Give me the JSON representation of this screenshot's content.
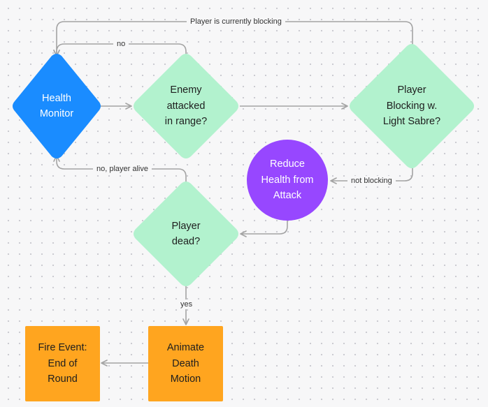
{
  "colors": {
    "blue": "#1a8cff",
    "green": "#b2f2ce",
    "purple": "#9747ff",
    "orange": "#ffa51f",
    "connector": "#a3a3a3"
  },
  "nodes": {
    "health_monitor": {
      "label": "Health\nMonitor",
      "shape": "diamond"
    },
    "enemy_attacked": {
      "label": "Enemy\nattacked\nin range?",
      "shape": "diamond"
    },
    "player_blocking": {
      "label": "Player\nBlocking w.\nLight Sabre?",
      "shape": "diamond"
    },
    "reduce_health": {
      "label": "Reduce\nHealth from\nAttack",
      "shape": "circle"
    },
    "player_dead": {
      "label": "Player\ndead?",
      "shape": "diamond"
    },
    "animate_death": {
      "label": "Animate\nDeath\nMotion",
      "shape": "rectangle"
    },
    "fire_event": {
      "label": "Fire Event:\nEnd of\nRound",
      "shape": "rectangle"
    }
  },
  "edge_labels": {
    "currently_blocking": "Player is currently blocking",
    "no": "no",
    "not_blocking": "not blocking",
    "no_player_alive": "no, player alive",
    "yes": "yes"
  }
}
